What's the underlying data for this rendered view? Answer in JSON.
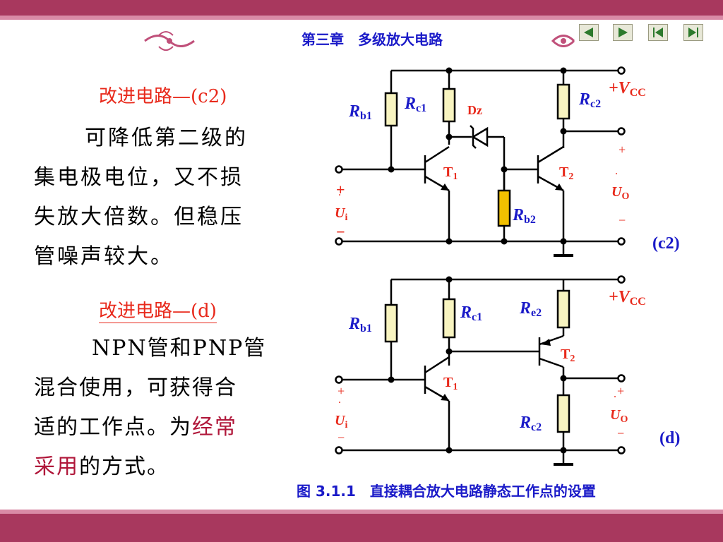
{
  "header": {
    "chapter_title": "第三章　多级放大电路"
  },
  "nav": {
    "buttons": [
      "prev",
      "next",
      "first",
      "last"
    ]
  },
  "section_c2": {
    "title": "改进电路—(c2)",
    "body_lines": [
      "可降低第二级的",
      "集电极电位，又不损",
      "失放大倍数。但稳压",
      "管噪声较大。"
    ]
  },
  "section_d": {
    "title": "改进电路—(d)",
    "body_line1": "NPN管和PNP管",
    "body_line2": "混合使用，可获得合",
    "body_line3_prefix": "适的工作点。为",
    "body_line3_highlight": "经常",
    "body_line4_highlight": "采用",
    "body_line4_suffix": "的方式。"
  },
  "circuit_c2": {
    "label": "(c2)",
    "vcc": "+V",
    "vcc_sub": "CC",
    "rb1": "R",
    "rb1_sub": "b1",
    "rc1": "R",
    "rc1_sub": "c1",
    "rc2": "R",
    "rc2_sub": "c2",
    "rb2": "R",
    "rb2_sub": "b2",
    "dz": "Dz",
    "t1": "T",
    "t1_sub": "1",
    "t2": "T",
    "t2_sub": "2",
    "ui": "U",
    "ui_sub": "i",
    "uo": "U",
    "uo_sub": "O",
    "plus": "+",
    "minus": "−"
  },
  "circuit_d": {
    "label": "(d)",
    "vcc": "+V",
    "vcc_sub": "CC",
    "rb1": "R",
    "rb1_sub": "b1",
    "rc1": "R",
    "rc1_sub": "c1",
    "re2": "R",
    "re2_sub": "e2",
    "rc2": "R",
    "rc2_sub": "c2",
    "t1": "T",
    "t1_sub": "1",
    "t2": "T",
    "t2_sub": "2",
    "ui": "U",
    "ui_sub": "i",
    "uo": "U",
    "uo_sub": "O",
    "plus": "+",
    "minus": "−"
  },
  "caption": "图 3.1.1　直接耦合放大电路静态工作点的设置",
  "colors": {
    "accent": "#a8385e",
    "title_blue": "#1a1ac8",
    "red": "#e8291b",
    "resistor": "#f8f4c0",
    "resistor_highlight": "#f2c000"
  }
}
